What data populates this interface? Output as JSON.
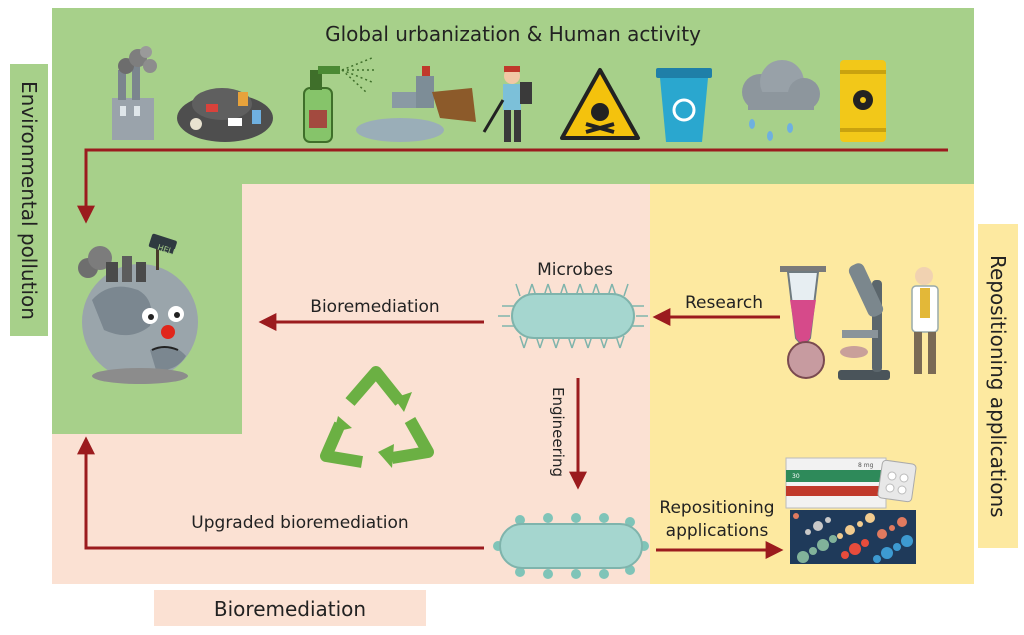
{
  "top_banner": {
    "title": "Global urbanization & Human activity"
  },
  "side_labels": {
    "environmental_pollution": "Environmental pollution",
    "repositioning_applications": "Repositioning applications",
    "bioremediation": "Bioremediation"
  },
  "flow_labels": {
    "microbes": "Microbes",
    "bioremediation": "Bioremediation",
    "research": "Research",
    "engineering": "Engineering",
    "upgraded_bioremediation": "Upgraded bioremediation",
    "repositioning_line1": "Repositioning",
    "repositioning_line2": "applications"
  },
  "icons": {
    "sign_text": "HELP",
    "pill_text": "8 mg",
    "box_text": "30"
  },
  "colors": {
    "green_panel": "#a7d08a",
    "peach_panel": "#fbe1d3",
    "yellow_panel": "#fde9a0",
    "arrow": "#9b1b1e",
    "microbe": "#a5d6cf",
    "recycle": "#6bb043"
  }
}
